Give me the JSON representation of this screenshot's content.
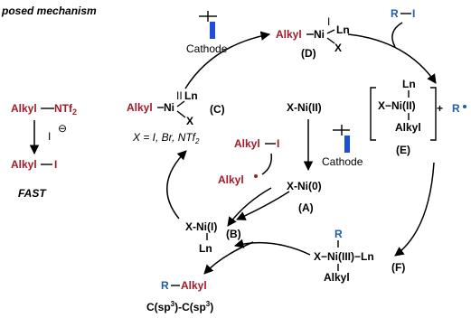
{
  "title": "posed mechanism",
  "colors": {
    "alkyl": "#a01c28",
    "reagent": "#1f5fa8",
    "electrode": "#1f4fd8"
  },
  "left": {
    "reactant": "Alkyl",
    "leaving": "NTf",
    "leaving_sub": "2",
    "reagent": "I",
    "charge": "⊖",
    "product_a": "Alkyl",
    "product_b": "I",
    "rate": "FAST"
  },
  "nodes": {
    "C": {
      "alkyl": "Alkyl",
      "metal": "Ni",
      "ox": "II",
      "ln": "Ln",
      "x": "X",
      "label": "(C)",
      "note": "X = I, Br, NTf",
      "note_sub": "2"
    },
    "D": {
      "alkyl": "Alkyl",
      "metal": "Ni",
      "ox": "I",
      "ln": "Ln",
      "x": "X",
      "label": "(D)"
    },
    "E": {
      "ln": "Ln",
      "core": "X−Ni(II)",
      "alkyl": "Alkyl",
      "plus": "+",
      "radical": "R",
      "label": "(E)"
    },
    "F": {
      "r": "R",
      "core": "X−Ni(III)−Ln",
      "alkyl": "Alkyl",
      "label": "(F)"
    },
    "B": {
      "core": "X-Ni(I)",
      "ln": "Ln",
      "label": "(B)"
    },
    "A": {
      "core": "X-Ni(0)",
      "label": "(A)"
    },
    "center_top": "X-Ni(II)"
  },
  "labels": {
    "cathode_top": "Cathode",
    "cathode_mid": "Cathode",
    "ri_r": "R",
    "ri_i": "I",
    "alkyl_i_a": "Alkyl",
    "alkyl_i_b": "I",
    "alkyl_radical": "Alkyl",
    "product_r": "R",
    "product_alkyl": "Alkyl",
    "bond_type": "C(sp",
    "bond_sup1": "3",
    "bond_mid": ")-C(sp",
    "bond_sup2": "3",
    "bond_end": ")"
  }
}
